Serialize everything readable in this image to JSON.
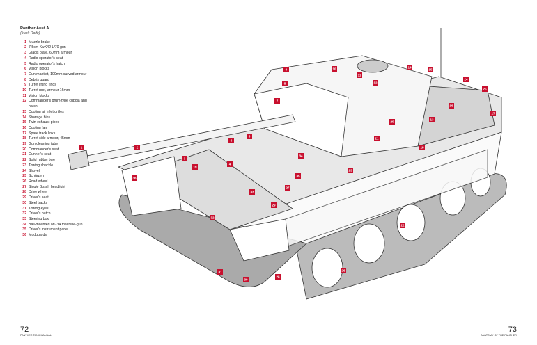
{
  "legend": {
    "title": "Panther Ausf A.",
    "credit": "(Mark Rolfe)",
    "items": [
      {
        "n": "1",
        "label": "Muzzle brake"
      },
      {
        "n": "2",
        "label": "7.5cm KwK42 L/70 gun"
      },
      {
        "n": "3",
        "label": "Glacis plate, 60mm armour"
      },
      {
        "n": "4",
        "label": "Radio operator's seat"
      },
      {
        "n": "5",
        "label": "Radio operator's hatch"
      },
      {
        "n": "6",
        "label": "Vision blocks"
      },
      {
        "n": "7",
        "label": "Gun mantlet, 100mm curved armour"
      },
      {
        "n": "8",
        "label": "Debris guard"
      },
      {
        "n": "9",
        "label": "Turret lifting rings"
      },
      {
        "n": "10",
        "label": "Turret roof, armour 16mm"
      },
      {
        "n": "11",
        "label": "Vision blocks"
      },
      {
        "n": "12",
        "label": "Commander's drum-type cupola and hatch"
      },
      {
        "n": "13",
        "label": "Cooling air inlet grilles"
      },
      {
        "n": "14",
        "label": "Stowage bins"
      },
      {
        "n": "15",
        "label": "Twin exhaust pipes"
      },
      {
        "n": "16",
        "label": "Cooling fan"
      },
      {
        "n": "17",
        "label": "Spare track links"
      },
      {
        "n": "18",
        "label": "Turret side armour, 45mm"
      },
      {
        "n": "19",
        "label": "Gun cleaning tube"
      },
      {
        "n": "20",
        "label": "Commander's seat"
      },
      {
        "n": "21",
        "label": "Gunner's seat"
      },
      {
        "n": "22",
        "label": "Solid rubber tyre"
      },
      {
        "n": "23",
        "label": "Towing shackle"
      },
      {
        "n": "24",
        "label": "Shovel"
      },
      {
        "n": "25",
        "label": "Schürzen"
      },
      {
        "n": "26",
        "label": "Road wheel"
      },
      {
        "n": "27",
        "label": "Single Bosch headlight"
      },
      {
        "n": "28",
        "label": "Drive wheel"
      },
      {
        "n": "29",
        "label": "Driver's seat"
      },
      {
        "n": "30",
        "label": "Steel tracks"
      },
      {
        "n": "31",
        "label": "Towing eyes"
      },
      {
        "n": "32",
        "label": "Driver's hatch"
      },
      {
        "n": "33",
        "label": "Steering box"
      },
      {
        "n": "34",
        "label": "Ball-mounted MG34 machine-gun"
      },
      {
        "n": "35",
        "label": "Driver's instrument panel"
      },
      {
        "n": "36",
        "label": "Mudguards"
      }
    ]
  },
  "footer": {
    "left_page": "72",
    "left_running": "PANTHER TANK MANUAL",
    "right_page": "73",
    "right_running": "ANATOMY OF THE PANTHER"
  },
  "colors": {
    "accent": "#c8102e"
  }
}
